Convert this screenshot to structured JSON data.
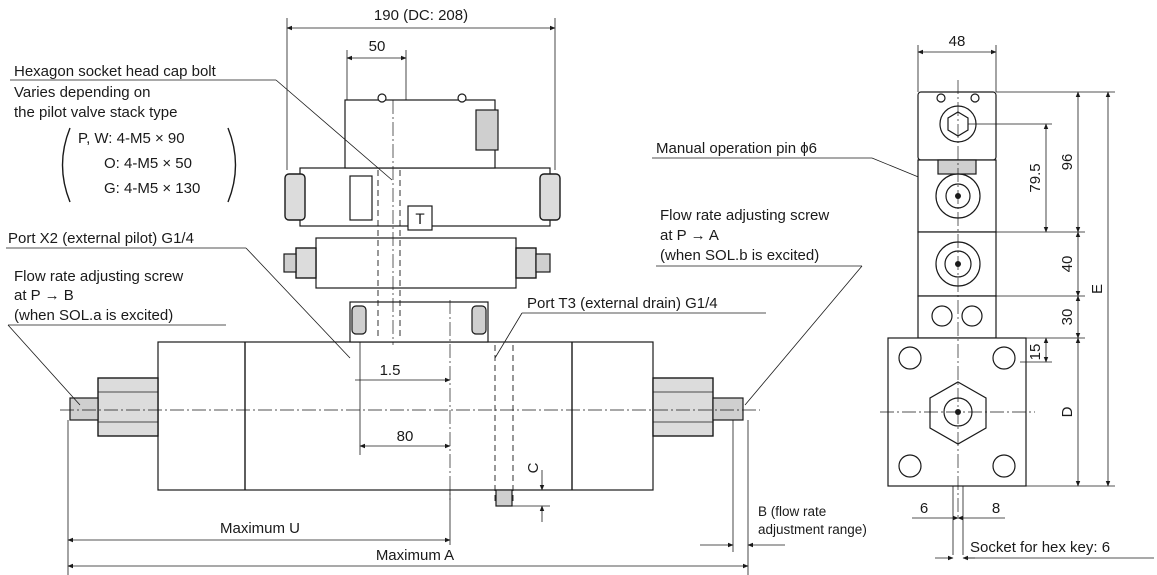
{
  "title": "",
  "dimensions": {
    "width_190": "190 (DC: 208)",
    "width_50": "50",
    "width_48": "48",
    "d_79_5": "79.5",
    "d_96": "96",
    "d_40": "40",
    "d_30": "30",
    "d_15": "15",
    "d_E": "E",
    "d_D": "D",
    "d_1_5": "1.5",
    "d_80": "80",
    "d_C": "C",
    "d_6": "6",
    "d_8": "8",
    "max_U": "Maximum U",
    "max_A": "Maximum A",
    "b_line1": "B (flow rate",
    "b_line2": "adjustment range)",
    "hex_socket": "Socket for hex key: 6"
  },
  "callouts": {
    "bolt_title": "Hexagon socket head cap bolt",
    "bolt_line1": "Varies depending on",
    "bolt_line2": "the pilot valve stack type",
    "bolt_pw": "P, W: 4-M5 × 90",
    "bolt_o": "O: 4-M5 × 50",
    "bolt_g": "G: 4-M5 × 130",
    "port_x2": "Port X2 (external pilot) G1/4",
    "flow_pb_1": "Flow rate adjusting screw",
    "flow_pb_2": "at P → B",
    "flow_pb_3": "(when SOL.a is excited)",
    "port_t3": "Port T3 (external drain) G1/4",
    "manual_pin": "Manual operation pin ϕ6",
    "flow_pa_1": "Flow rate adjusting screw",
    "flow_pa_2": "at P → A",
    "flow_pa_3": "(when SOL.b is excited)"
  }
}
